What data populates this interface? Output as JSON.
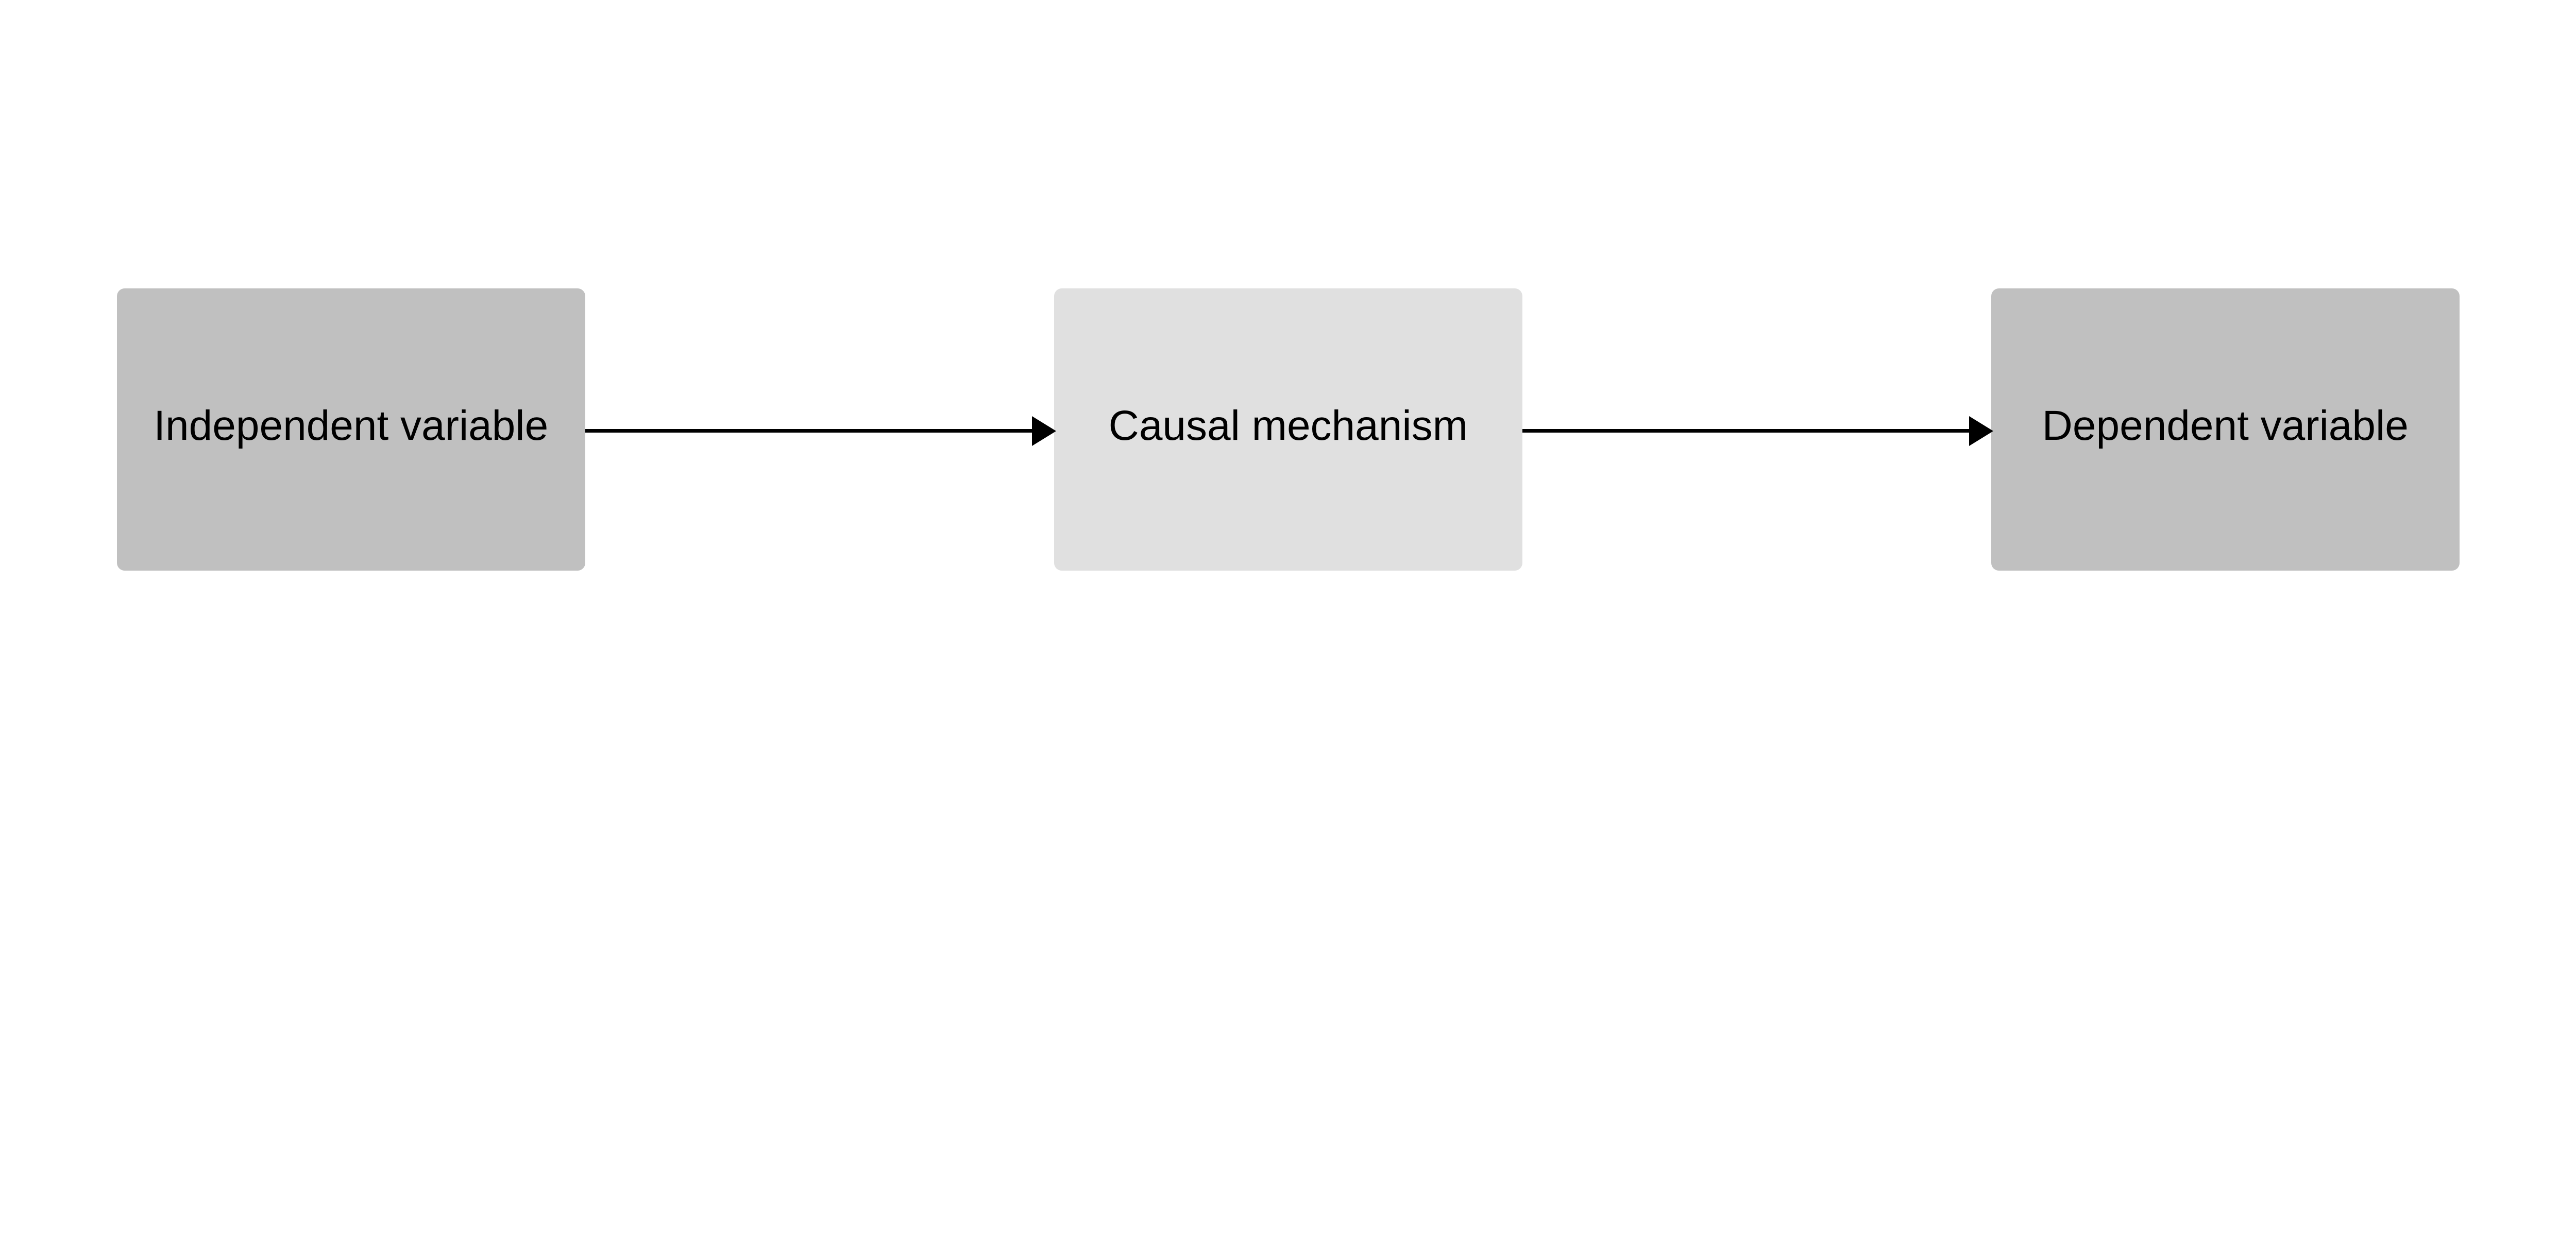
{
  "nodes": [
    {
      "label": "Independent variable",
      "fill": "#c0c0c0"
    },
    {
      "label": "Causal mechanism",
      "fill": "#e0e0e0"
    },
    {
      "label": "Dependent variable",
      "fill": "#c0c0c0"
    }
  ],
  "edges": [
    {
      "from": "Independent variable",
      "to": "Causal mechanism"
    },
    {
      "from": "Causal mechanism",
      "to": "Dependent variable"
    }
  ],
  "colors": {
    "arrow": "#000000",
    "background": "#ffffff"
  }
}
